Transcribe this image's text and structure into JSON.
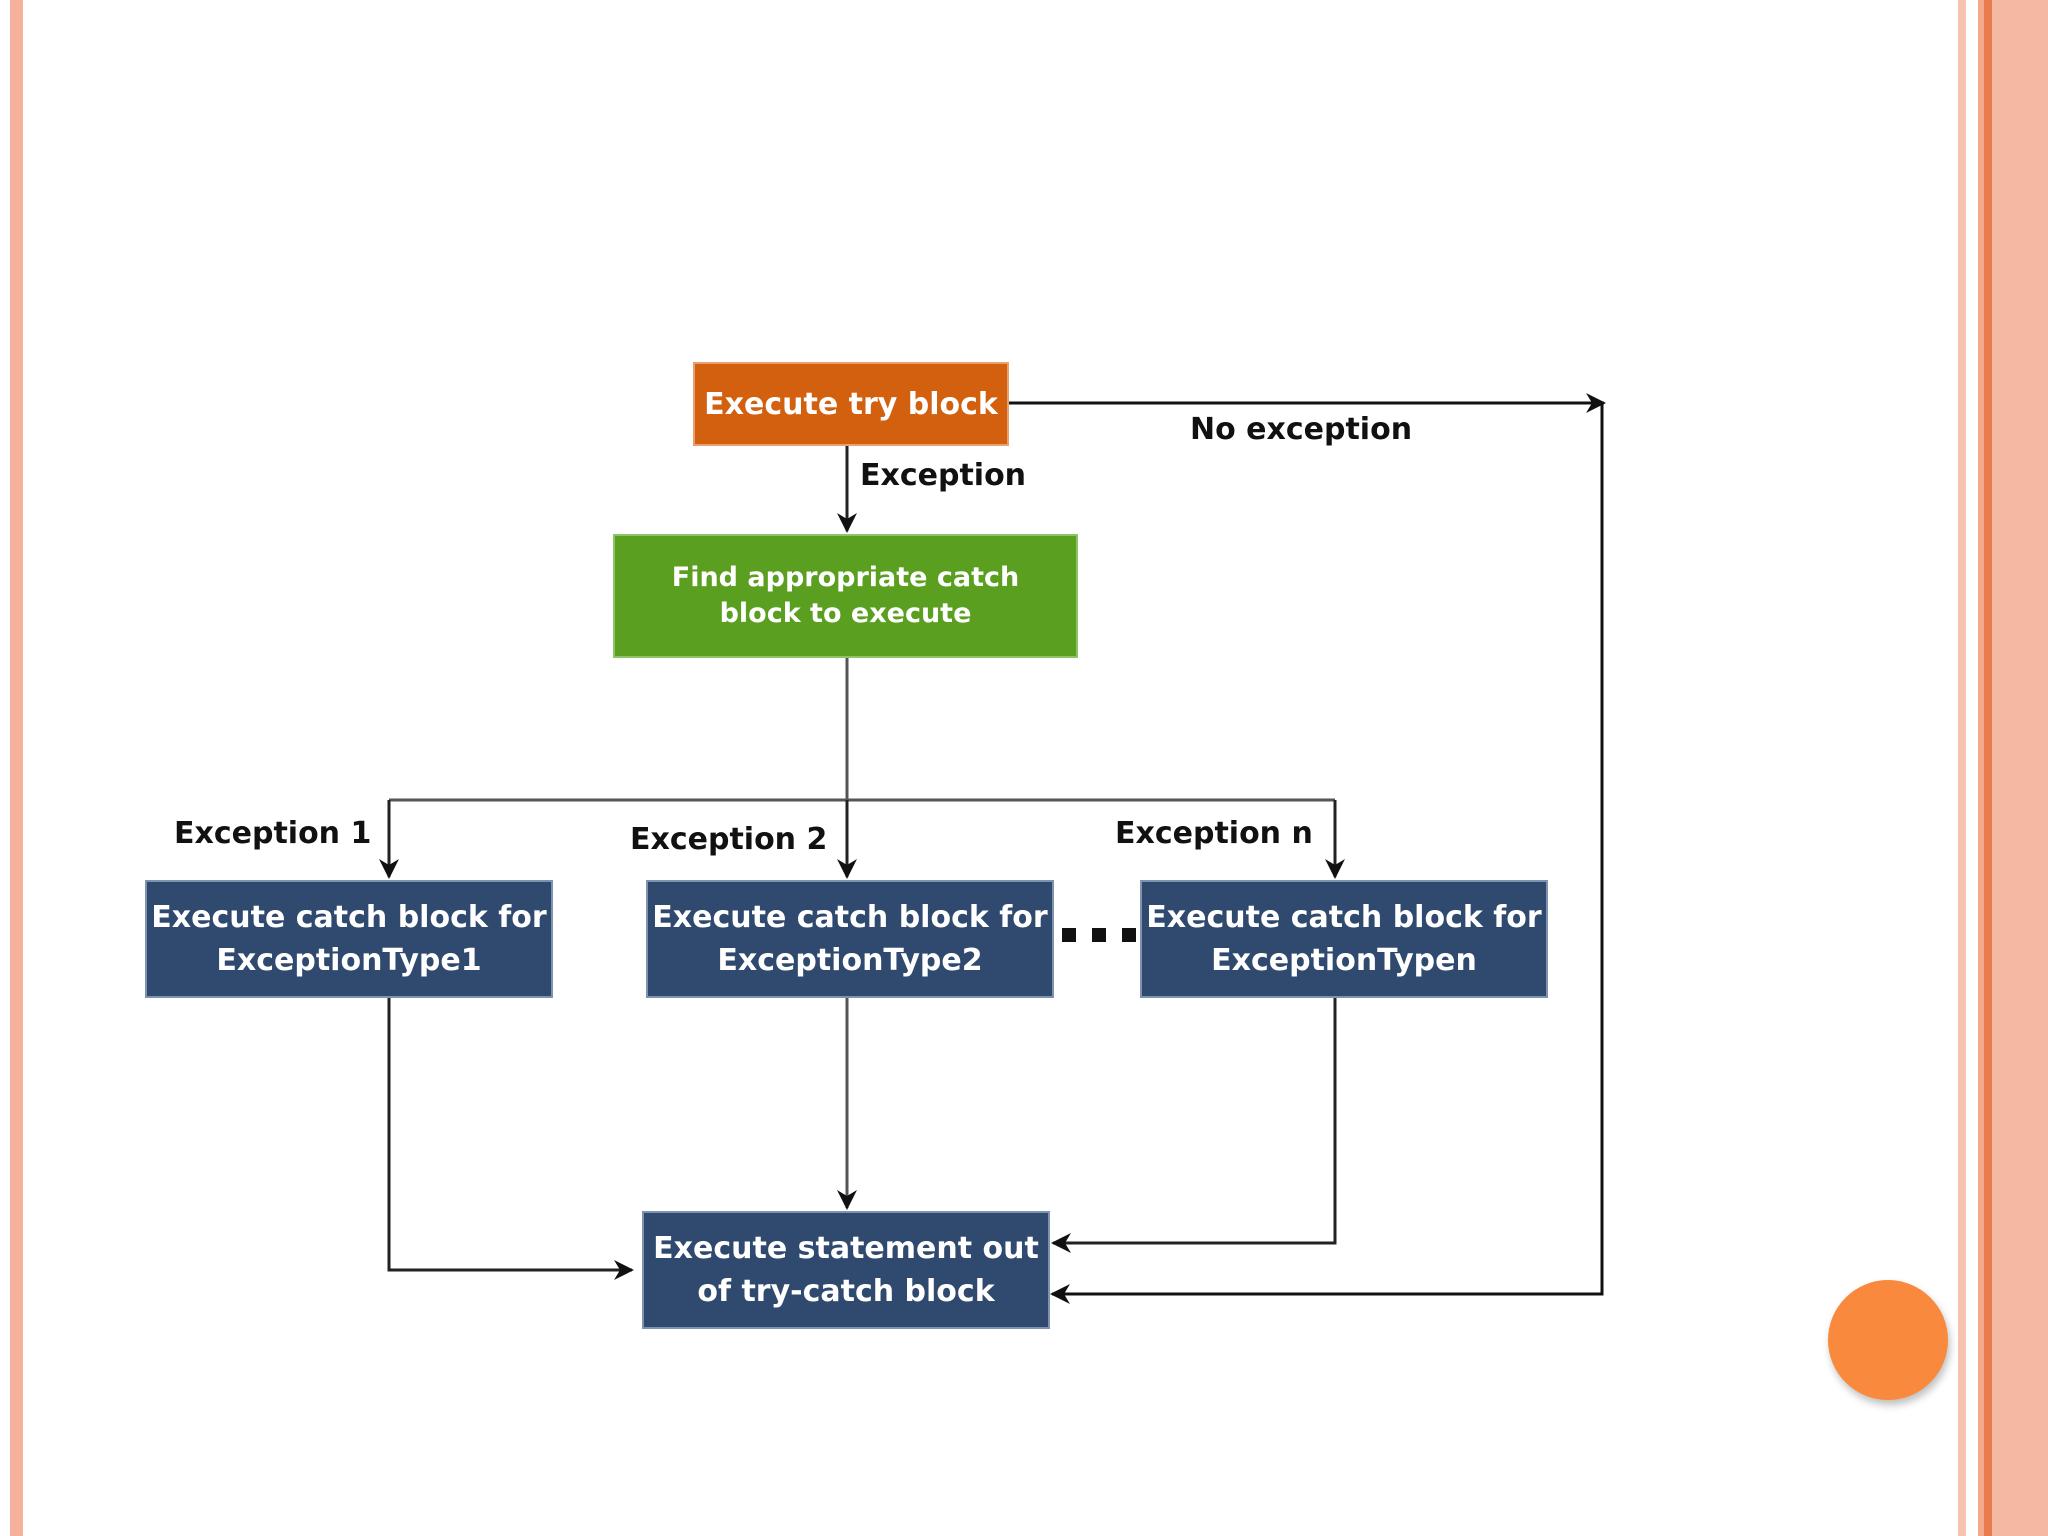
{
  "diagram": {
    "nodes": {
      "try_block": "Execute try block",
      "find_catch": "Find appropriate catch\nblock to execute",
      "catch_1": "Execute catch block for\nExceptionType1",
      "catch_2": "Execute catch block for\nExceptionType2",
      "catch_n": "Execute catch block for\nExceptionTypen",
      "out_block": "Execute statement out\nof try-catch block"
    },
    "edge_labels": {
      "no_exception": "No exception",
      "exception": "Exception",
      "exception_1": "Exception 1",
      "exception_2": "Exception 2",
      "exception_n": "Exception n"
    },
    "colors": {
      "try_block": "#d2600f",
      "find_catch": "#5a9f1f",
      "catch_boxes": "#2f4a6e",
      "accent_dot": "#f98a3d"
    }
  }
}
